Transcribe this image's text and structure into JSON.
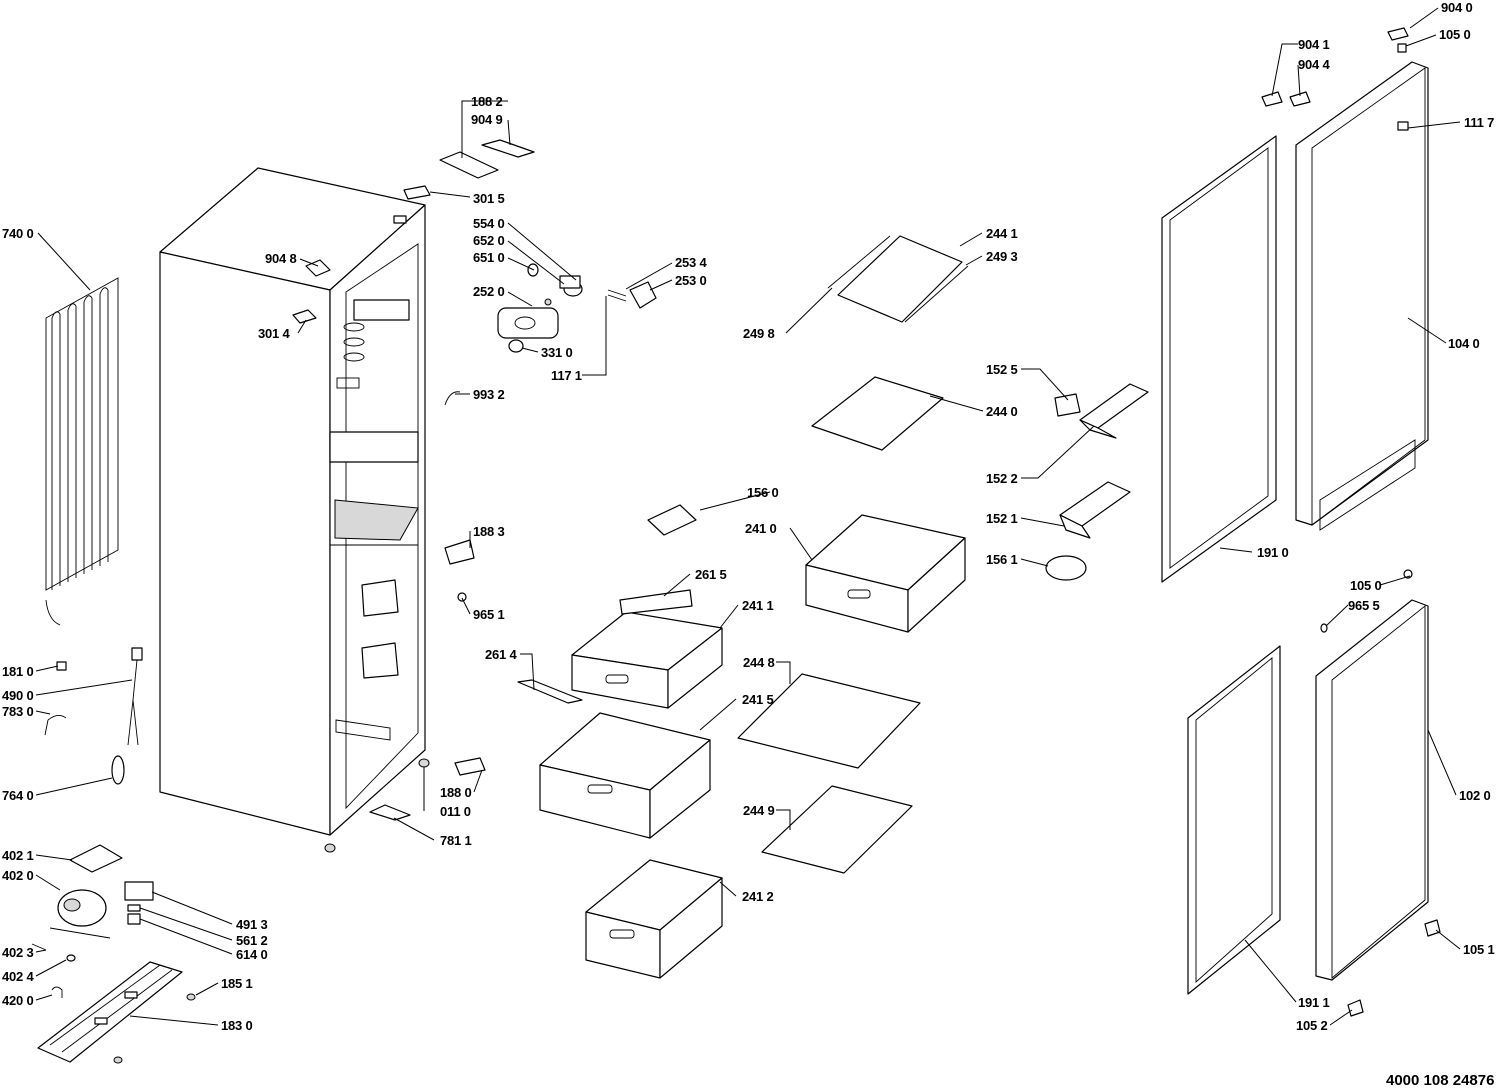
{
  "document_number": "4000 108 24876",
  "callouts": [
    {
      "id": "c9040a",
      "text": "904 0"
    },
    {
      "id": "c1050a",
      "text": "105 0"
    },
    {
      "id": "c9041",
      "text": "904 1"
    },
    {
      "id": "c9044",
      "text": "904 4"
    },
    {
      "id": "c1117",
      "text": "111 7"
    },
    {
      "id": "c1882",
      "text": "188 2"
    },
    {
      "id": "c9049",
      "text": "904 9"
    },
    {
      "id": "c3015",
      "text": "301 5"
    },
    {
      "id": "c7400",
      "text": "740 0"
    },
    {
      "id": "c5540",
      "text": "554 0"
    },
    {
      "id": "c6520",
      "text": "652 0"
    },
    {
      "id": "c6510",
      "text": "651 0"
    },
    {
      "id": "c2534",
      "text": "253 4"
    },
    {
      "id": "c2530",
      "text": "253 0"
    },
    {
      "id": "c2441",
      "text": "244 1"
    },
    {
      "id": "c2493",
      "text": "249 3"
    },
    {
      "id": "c9048",
      "text": "904 8"
    },
    {
      "id": "c2520",
      "text": "252 0"
    },
    {
      "id": "c3014",
      "text": "301 4"
    },
    {
      "id": "c3310",
      "text": "331 0"
    },
    {
      "id": "c2498",
      "text": "249 8"
    },
    {
      "id": "c1171",
      "text": "117 1"
    },
    {
      "id": "c1040",
      "text": "104 0"
    },
    {
      "id": "c1525",
      "text": "152 5"
    },
    {
      "id": "c9932",
      "text": "993 2"
    },
    {
      "id": "c2440",
      "text": "244 0"
    },
    {
      "id": "c1522",
      "text": "152 2"
    },
    {
      "id": "c1560",
      "text": "156 0"
    },
    {
      "id": "c1521",
      "text": "152 1"
    },
    {
      "id": "c2410",
      "text": "241 0"
    },
    {
      "id": "c1883",
      "text": "188 3"
    },
    {
      "id": "c1910",
      "text": "191 0"
    },
    {
      "id": "c1561",
      "text": "156 1"
    },
    {
      "id": "c2615",
      "text": "261 5"
    },
    {
      "id": "c1050b",
      "text": "105 0"
    },
    {
      "id": "c2411",
      "text": "241 1"
    },
    {
      "id": "c9651",
      "text": "965 1"
    },
    {
      "id": "c9655",
      "text": "965 5"
    },
    {
      "id": "c2614",
      "text": "261 4"
    },
    {
      "id": "c2448",
      "text": "244 8"
    },
    {
      "id": "c1810",
      "text": "181 0"
    },
    {
      "id": "c4900",
      "text": "490 0"
    },
    {
      "id": "c7830",
      "text": "783 0"
    },
    {
      "id": "c2415",
      "text": "241 5"
    },
    {
      "id": "c7640",
      "text": "764 0"
    },
    {
      "id": "c1880",
      "text": "188 0"
    },
    {
      "id": "c0110",
      "text": "011 0"
    },
    {
      "id": "c1020",
      "text": "102 0"
    },
    {
      "id": "c2449",
      "text": "244 9"
    },
    {
      "id": "c7811",
      "text": "781 1"
    },
    {
      "id": "c4021",
      "text": "402 1"
    },
    {
      "id": "c4020",
      "text": "402 0"
    },
    {
      "id": "c2412",
      "text": "241 2"
    },
    {
      "id": "c4913",
      "text": "491 3"
    },
    {
      "id": "c5612",
      "text": "561 2"
    },
    {
      "id": "c6140",
      "text": "614 0"
    },
    {
      "id": "c1051",
      "text": "105 1"
    },
    {
      "id": "c4023",
      "text": "402 3"
    },
    {
      "id": "c4024",
      "text": "402 4"
    },
    {
      "id": "c1851",
      "text": "185 1"
    },
    {
      "id": "c4200",
      "text": "420 0"
    },
    {
      "id": "c1830",
      "text": "183 0"
    },
    {
      "id": "c1911",
      "text": "191 1"
    },
    {
      "id": "c1052",
      "text": "105 2"
    }
  ]
}
